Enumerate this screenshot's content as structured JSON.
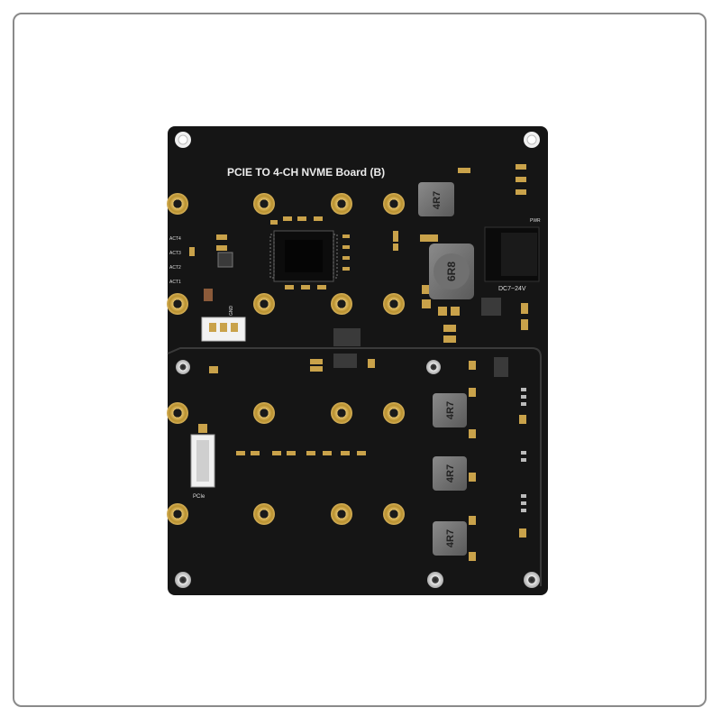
{
  "board": {
    "title": "PCIE TO 4-CH NVME Board (B)",
    "power_label": "DC7~24V",
    "pwr_led_label": "PWR",
    "pcie_label": "PCIe",
    "act_labels": [
      "ACT4",
      "ACT3",
      "ACT2",
      "ACT1"
    ],
    "inductor_top": "4R7",
    "inductor_large": "6R8",
    "inductor_right": [
      "4R7",
      "4R7",
      "4R7"
    ],
    "connector_label": "GND"
  },
  "colors": {
    "pcb": "#161616",
    "gold": "#c9a24a",
    "silk": "#e8e8e8",
    "frame": "#8a8a8a"
  }
}
